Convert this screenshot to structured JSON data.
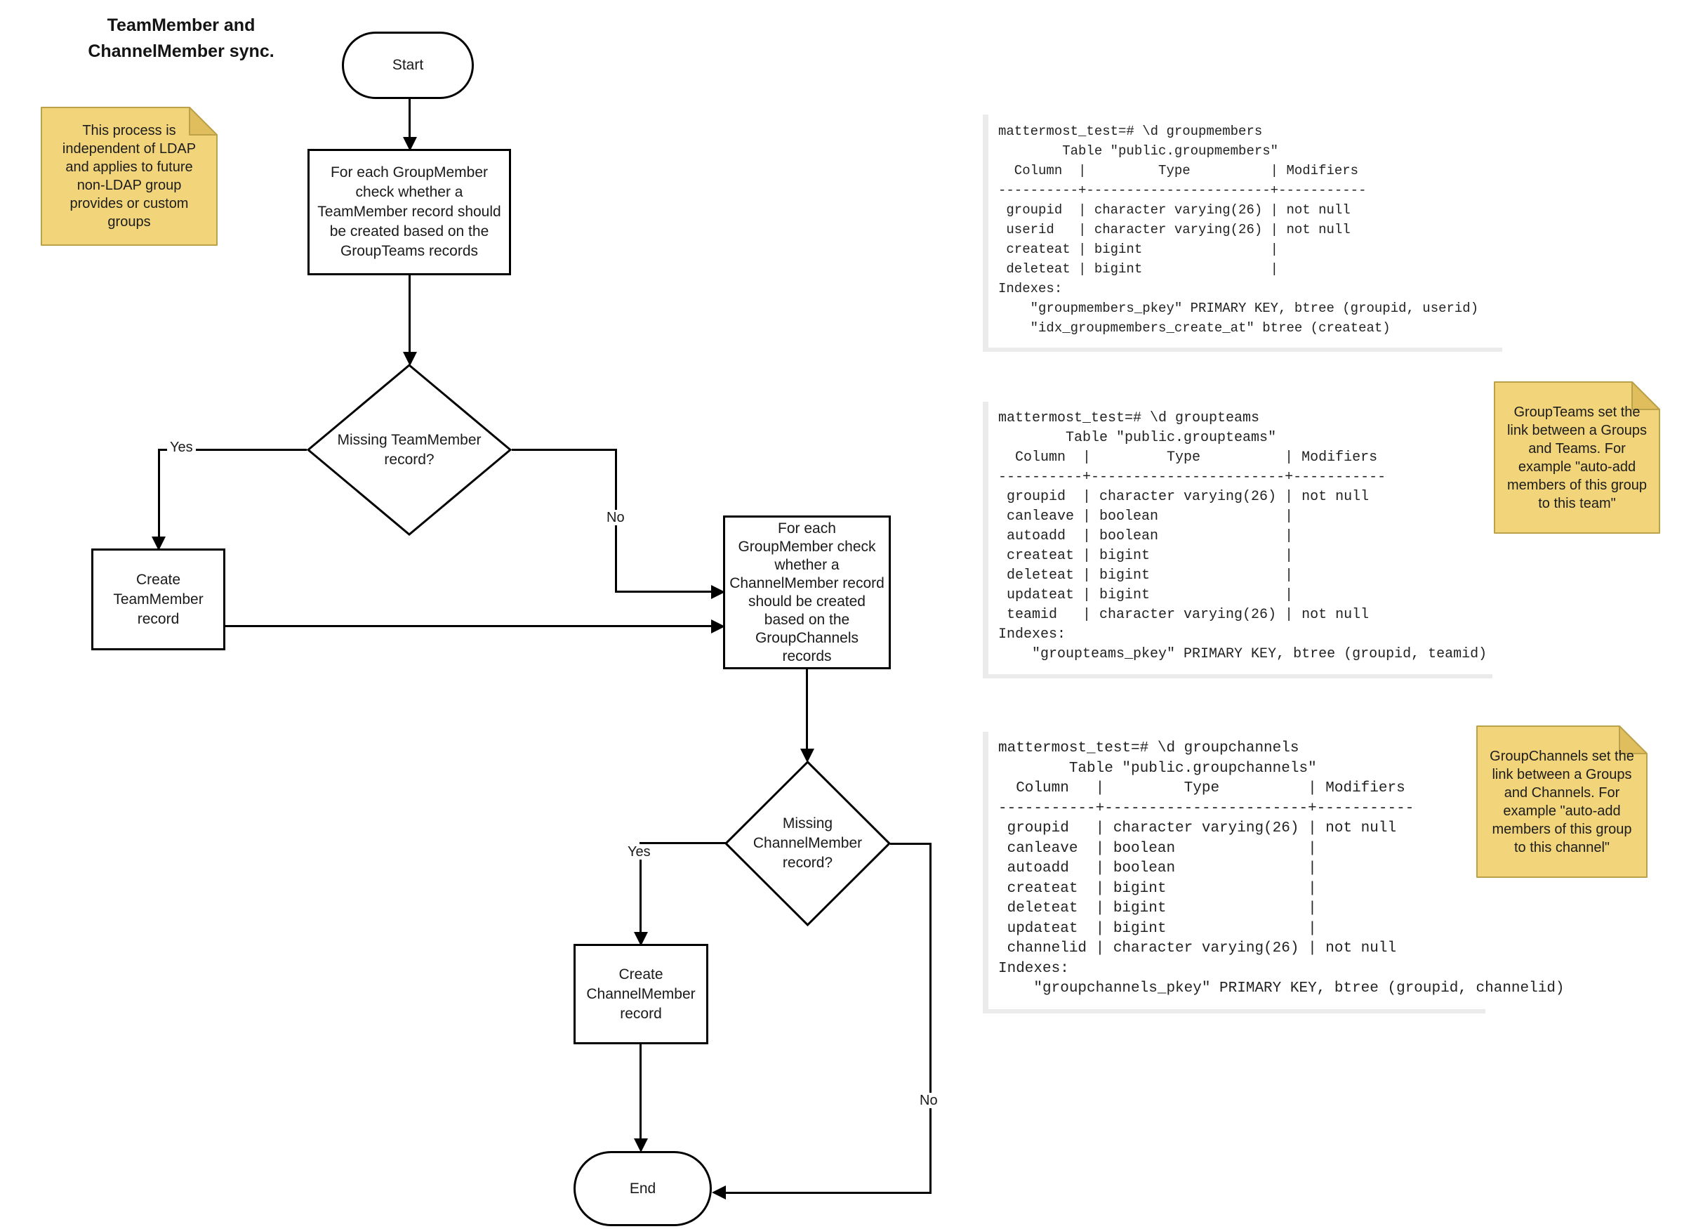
{
  "title": "TeamMember and\nChannelMember sync.",
  "flow": {
    "start": "Start",
    "process_team": "For each GroupMember\ncheck whether a\nTeamMember record should\nbe created based on the\nGroupTeams records",
    "decision_team": "Missing TeamMember\nrecord?",
    "create_team": "Create\nTeamMember\nrecord",
    "process_channel": "For each\nGroupMember check\nwhether a\nChannelMember record\nshould be created\nbased on the\nGroupChannels\nrecords",
    "decision_channel": "Missing\nChannelMember\nrecord?",
    "create_channel": "Create\nChannelMember\nrecord",
    "end": "End",
    "labels": {
      "yes_team": "Yes",
      "no_team": "No",
      "yes_channel": "Yes",
      "no_channel": "No"
    }
  },
  "sticky_notes": {
    "ldap": "This process is\nindependent of LDAP\nand applies to future\nnon-LDAP group\nprovides or custom\ngroups",
    "groupteams": "GroupTeams set the\nlink between a Groups\nand Teams. For\nexample \"auto-add\nmembers of this group\nto this team\"",
    "groupchannels": "GroupChannels set the\nlink between a Groups\nand Channels. For\nexample \"auto-add\nmembers of this group\nto this channel\""
  },
  "terminals": {
    "groupmembers": "mattermost_test=# \\d groupmembers\n        Table \"public.groupmembers\"\n  Column  |         Type          | Modifiers\n----------+-----------------------+-----------\n groupid  | character varying(26) | not null\n userid   | character varying(26) | not null\n createat | bigint                |\n deleteat | bigint                |\nIndexes:\n    \"groupmembers_pkey\" PRIMARY KEY, btree (groupid, userid)\n    \"idx_groupmembers_create_at\" btree (createat)",
    "groupteams": "mattermost_test=# \\d groupteams\n        Table \"public.groupteams\"\n  Column  |         Type          | Modifiers\n----------+-----------------------+-----------\n groupid  | character varying(26) | not null\n canleave | boolean               |\n autoadd  | boolean               |\n createat | bigint                |\n deleteat | bigint                |\n updateat | bigint                |\n teamid   | character varying(26) | not null\nIndexes:\n    \"groupteams_pkey\" PRIMARY KEY, btree (groupid, teamid)",
    "groupchannels": "mattermost_test=# \\d groupchannels\n        Table \"public.groupchannels\"\n  Column   |         Type          | Modifiers\n-----------+-----------------------+-----------\n groupid   | character varying(26) | not null\n canleave  | boolean               |\n autoadd   | boolean               |\n createat  | bigint                |\n deleteat  | bigint                |\n updateat  | bigint                |\n channelid | character varying(26) | not null\nIndexes:\n    \"groupchannels_pkey\" PRIMARY KEY, btree (groupid, channelid)"
  },
  "colors": {
    "note_fill": "#F2D57A",
    "note_fold": "#E0BE5E",
    "note_border": "#BCA14B",
    "line": "#000000",
    "terminal_text": "#222222",
    "terminal_shadow": "#EBEBEB"
  }
}
